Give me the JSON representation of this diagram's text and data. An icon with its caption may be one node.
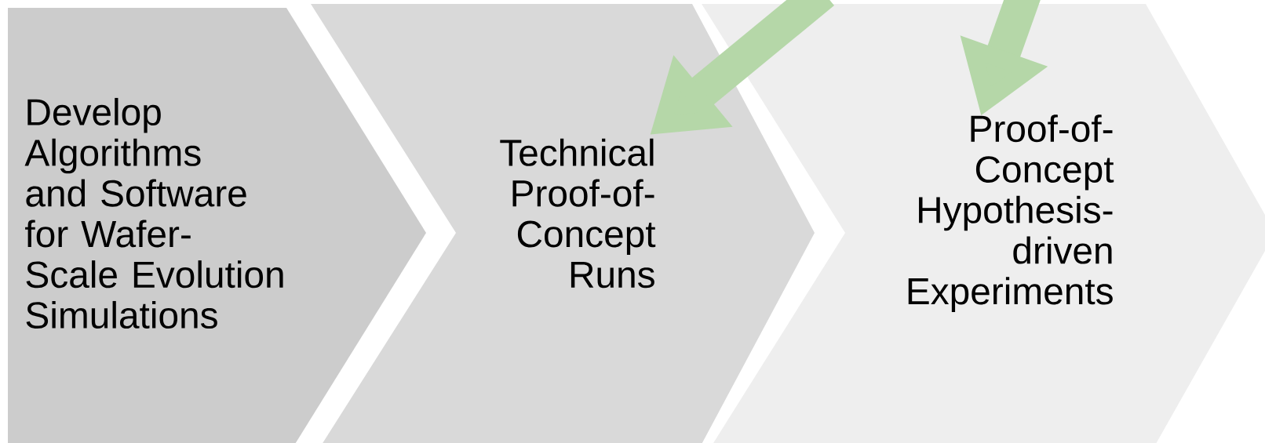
{
  "diagram": {
    "nodes": [
      {
        "text": [
          "Develop Algorithms and Software for Wafer-Scale Evolution Simulations"
        ]
      },
      {
        "text": [
          "Technical Proof-of-Concept Runs"
        ]
      },
      {
        "text": [
          "Proof-of-Concept Hypothesis-driven Experiments"
        ]
      }
    ],
    "edges": [
      {
        "from": null,
        "to": 1,
        "arrow": "to"
      },
      {
        "from": null,
        "to": 2,
        "arrow": "to"
      }
    ]
  }
}
